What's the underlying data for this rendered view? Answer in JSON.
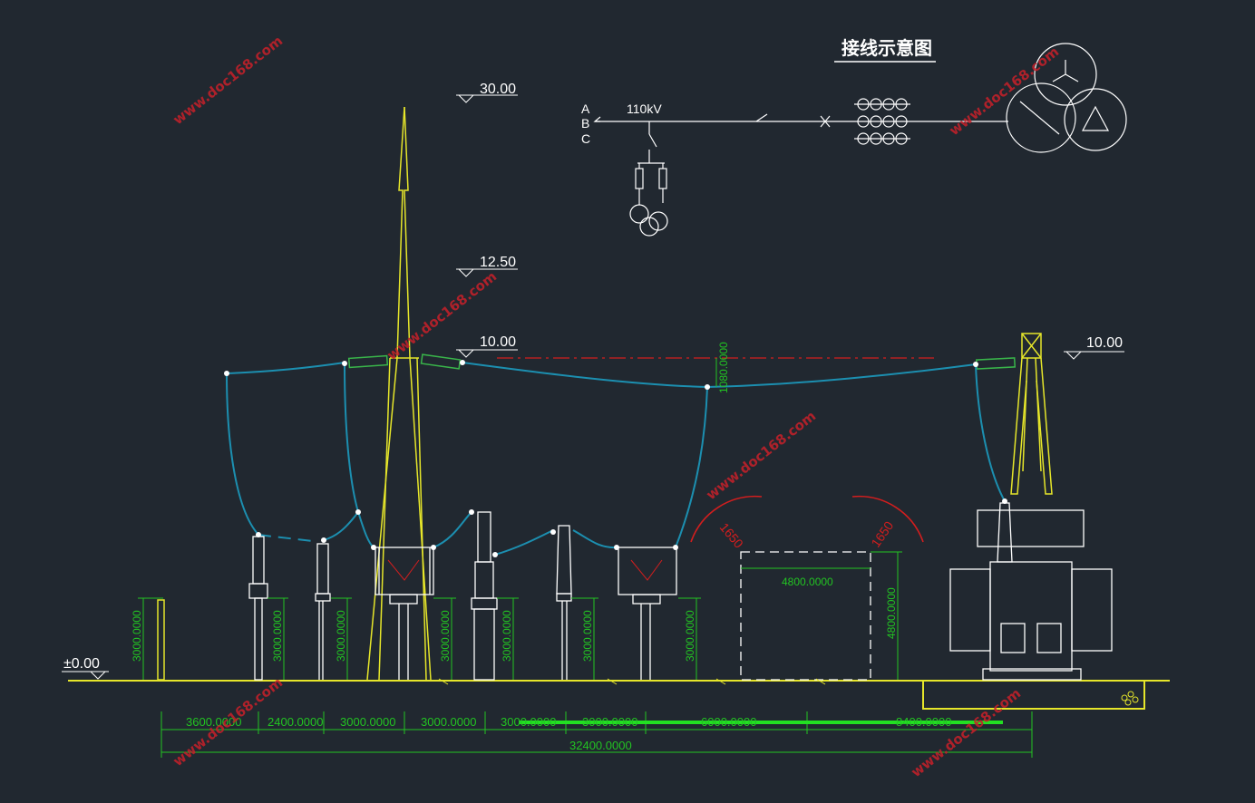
{
  "title": "接线示意图",
  "elevations": {
    "top": "30.00",
    "mid": "12.50",
    "span_left": "10.00",
    "span_right": "10.00",
    "ground": "±0.00"
  },
  "phases": [
    "A",
    "B",
    "C"
  ],
  "voltage": "110kV",
  "clearances": {
    "sag": "1080.0000",
    "arc_left": "1650",
    "arc_right": "1650",
    "box_w": "4800.0000",
    "box_h": "4800.0000"
  },
  "equipment_heights": [
    "3000.0000",
    "3000.0000",
    "3000.0000",
    "3000.0000",
    "3000.0000",
    "3000.0000",
    "3000.0000"
  ],
  "spacing": [
    "3600.0000",
    "2400.0000",
    "3000.0000",
    "3000.0000",
    "3000.0000",
    "3000.0000",
    "6000.0000",
    "8400.0000"
  ],
  "total_span": "32400.0000",
  "watermark": "www.doc168.com",
  "colors": {
    "background": "#212830",
    "conductor": "#1c8fb0",
    "structure": "#e6e62a",
    "dimension": "#22c322",
    "centerline": "#d21e1e",
    "equipment": "#ffffff"
  }
}
